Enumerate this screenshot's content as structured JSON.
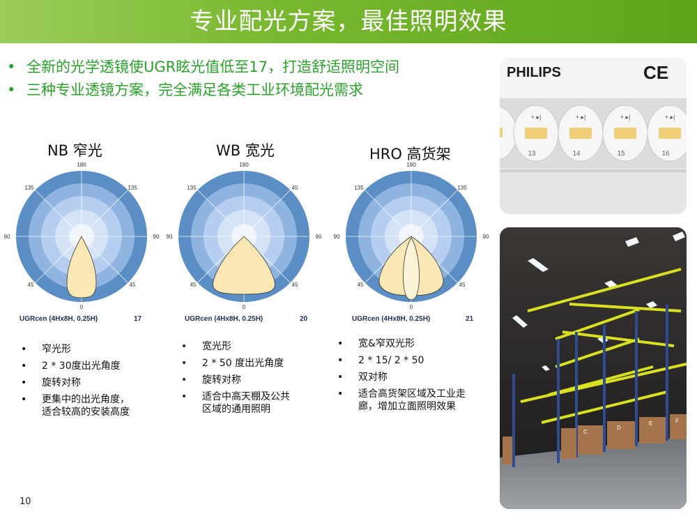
{
  "slide": {
    "title": "专业配光方案，最佳照明效果",
    "page_number": "10"
  },
  "top_bullets": [
    {
      "bullet": "•",
      "text": "全新的光学透镜使UGR眩光值低至17，打造舒适照明空间"
    },
    {
      "bullet": "•",
      "text": "三种专业透镜方案，完全满足各类工业环境配光需求"
    }
  ],
  "diagrams": [
    {
      "title": "NB 窄光",
      "angles": {
        "top": "180",
        "upper_left": "135",
        "upper_right": "135",
        "left": "90",
        "right": "90",
        "lower_left": "45",
        "lower_right": "45",
        "bottom": "0"
      },
      "ugr_label": "UGRcen (4Hx8H, 0.25H)",
      "ugr_value": "17",
      "features": [
        "窄光形",
        "2 * 30度出光角度",
        "旋转对称",
        "更集中的出光角度，\n适合较高的安装高度"
      ]
    },
    {
      "title": "WB 宽光",
      "angles": {
        "top": "180",
        "upper_left": "135",
        "upper_right": "45",
        "left": "90",
        "right": "90",
        "lower_left": "45",
        "lower_right": "45",
        "bottom": "0"
      },
      "ugr_label": "UGRcen (4Hx8H, 0.25H)",
      "ugr_value": "20",
      "features": [
        "宽光形",
        "2 * 50 度出光角度",
        "旋转对称",
        "适合中高天棚及公共\n区域的通用照明"
      ]
    },
    {
      "title": "HRO 高货架",
      "angles": {
        "top": "180",
        "upper_left": "135",
        "upper_right": "135",
        "left": "90",
        "right": "90",
        "lower_left": "45",
        "lower_right": "45",
        "bottom": "0"
      },
      "ugr_label": "UGRcen (4Hx8H, 0.25H)",
      "ugr_value": "21",
      "features": [
        "宽&窄双光形",
        "2 * 15/ 2 * 50",
        "双对称",
        "适合高货架区域及工业走\n廊，增加立面照明效果"
      ]
    }
  ],
  "photo_top": {
    "brand": "PHILIPS",
    "mark": "CE",
    "led_numbers": [
      "13",
      "14",
      "15",
      "16"
    ]
  },
  "photo_bottom": {
    "rack_labels": [
      "C",
      "D",
      "E",
      "F"
    ]
  },
  "colors": {
    "title_green": "#6ab028",
    "bullet_green": "#2aa12a",
    "ring_outer": "#5b8ec4",
    "ring_2": "#8fb4e0",
    "ring_3": "#b6cff0",
    "ring_4": "#d5e3f7",
    "ring_center": "#f0f5fc",
    "beam_fill": "#fbe7b3",
    "rack_yellow": "#d8e021"
  }
}
